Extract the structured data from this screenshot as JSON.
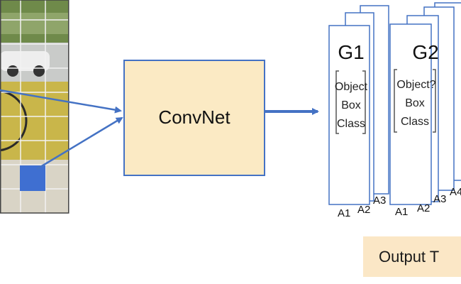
{
  "convnet": {
    "label": "ConvNet",
    "fill": "#fbeac4",
    "stroke": "#4472c4"
  },
  "groups": [
    {
      "label": "G1",
      "inner_lines": [
        "Object",
        "Box",
        "Class"
      ],
      "anchors": [
        "A1",
        "A2",
        "A3"
      ]
    },
    {
      "label": "G2",
      "inner_lines": [
        "Object?",
        "Box",
        "Class"
      ],
      "anchors": [
        "A1",
        "A2",
        "A3",
        "A4"
      ]
    }
  ],
  "output": {
    "label": "Output T",
    "fill": "#fbe7c6"
  },
  "colors": {
    "arrow": "#4472c4",
    "grid_line": "#f2f2f2",
    "highlight_cell": "#3f6fd1",
    "wheel": "#2a2a2a"
  }
}
